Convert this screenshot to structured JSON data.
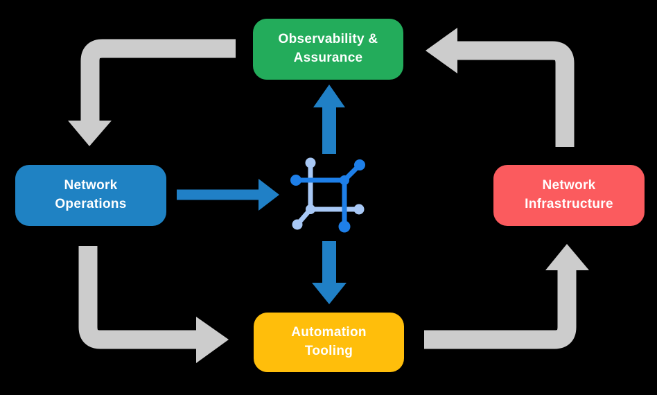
{
  "diagram": {
    "background_color": "#000000",
    "text_color": "#FFFFFF",
    "nodes": {
      "observability": {
        "line1": "Observability &",
        "line2": "Assurance",
        "color": "#23AC5B"
      },
      "network_operations": {
        "line1": "Network",
        "line2": "Operations",
        "color": "#1F82C3"
      },
      "network_infrastructure": {
        "line1": "Network",
        "line2": "Infrastructure",
        "color": "#FB5B5E"
      },
      "automation_tooling": {
        "line1": "Automation",
        "line2": "Tooling",
        "color": "#FFBE0B"
      }
    },
    "center_icon": {
      "name": "network-fabric-icon",
      "primary_color": "#1E7FE8",
      "secondary_color": "#A8C8F5"
    },
    "arrows": {
      "cycle_color": "#CCCCCC",
      "flow_color": "#2080C6",
      "cycle_edges": [
        "observability -> network_operations",
        "network_operations -> automation_tooling",
        "automation_tooling -> network_infrastructure",
        "network_infrastructure -> observability"
      ],
      "flow_edges": [
        "network_operations -> center_icon",
        "center_icon -> observability",
        "center_icon -> automation_tooling"
      ]
    }
  }
}
